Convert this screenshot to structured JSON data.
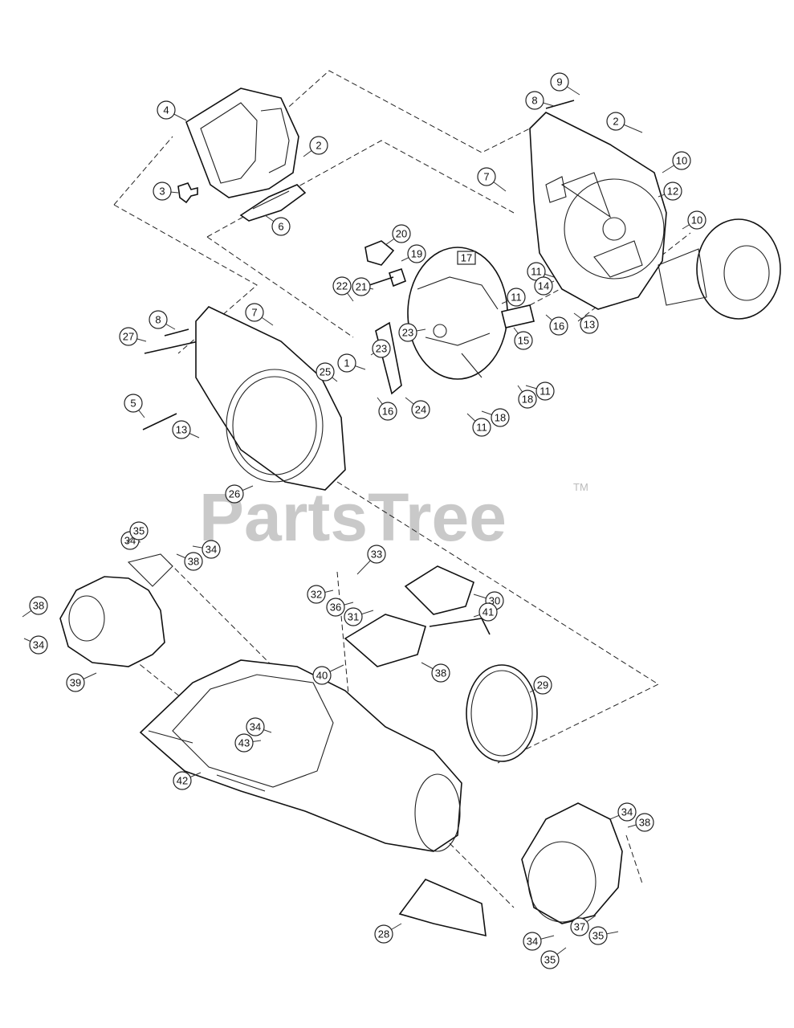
{
  "watermark": {
    "brand": "PartsTree",
    "trademark": "TM"
  },
  "boxed_callout": "17",
  "callouts": [
    "1",
    "2",
    "2",
    "3",
    "4",
    "5",
    "6",
    "7",
    "7",
    "8",
    "8",
    "9",
    "10",
    "10",
    "11",
    "11",
    "11",
    "11",
    "12",
    "13",
    "13",
    "14",
    "15",
    "16",
    "16",
    "18",
    "18",
    "19",
    "20",
    "21",
    "22",
    "23",
    "23",
    "24",
    "25",
    "26",
    "27",
    "28",
    "29",
    "30",
    "31",
    "32",
    "33",
    "34",
    "34",
    "34",
    "34",
    "34",
    "34",
    "35",
    "35",
    "35",
    "36",
    "37",
    "38",
    "38",
    "38",
    "38",
    "39",
    "40",
    "41",
    "42",
    "43"
  ]
}
